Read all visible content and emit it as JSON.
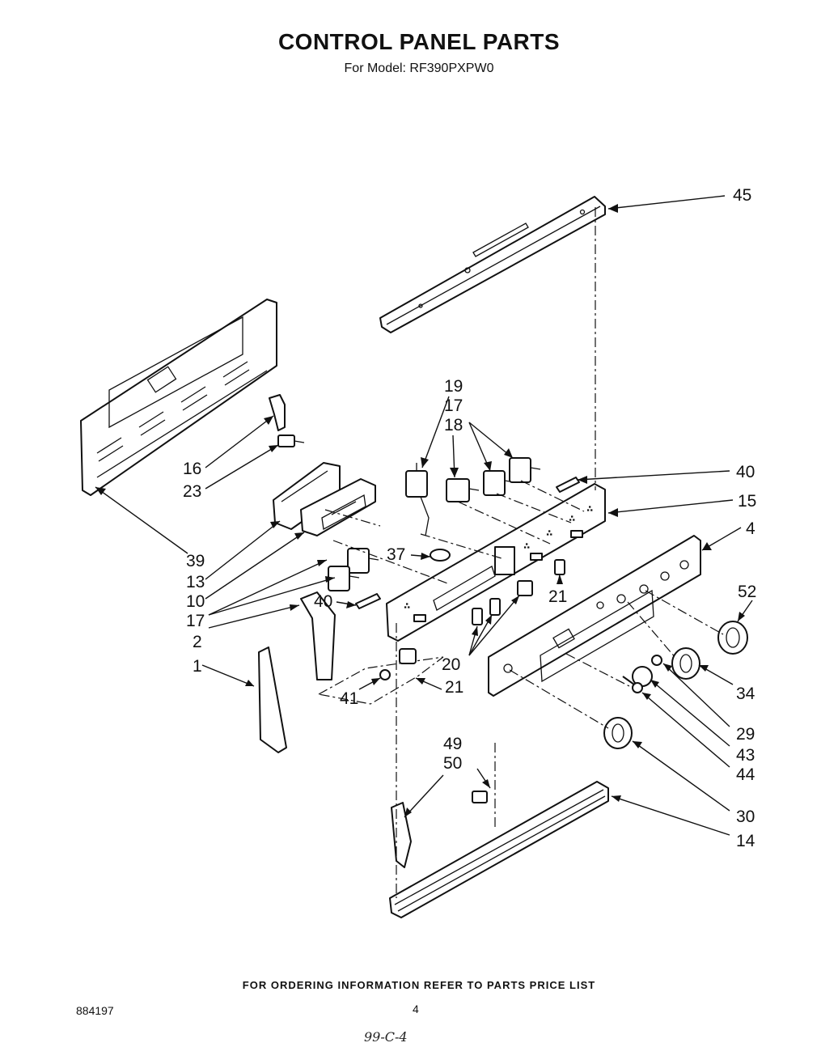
{
  "header": {
    "title": "CONTROL PANEL PARTS",
    "subtitle": "For Model: RF390PXPW0"
  },
  "callouts": [
    {
      "id": "c45",
      "label": "45"
    },
    {
      "id": "c19",
      "label": "19"
    },
    {
      "id": "c17a",
      "label": "17"
    },
    {
      "id": "c18",
      "label": "18"
    },
    {
      "id": "c40a",
      "label": "40"
    },
    {
      "id": "c15",
      "label": "15"
    },
    {
      "id": "c4",
      "label": "4"
    },
    {
      "id": "c16",
      "label": "16"
    },
    {
      "id": "c23",
      "label": "23"
    },
    {
      "id": "c39",
      "label": "39"
    },
    {
      "id": "c13",
      "label": "13"
    },
    {
      "id": "c37",
      "label": "37"
    },
    {
      "id": "c10",
      "label": "10"
    },
    {
      "id": "c21a",
      "label": "21"
    },
    {
      "id": "c52",
      "label": "52"
    },
    {
      "id": "c40b",
      "label": "40"
    },
    {
      "id": "c17b",
      "label": "17"
    },
    {
      "id": "c2",
      "label": "2"
    },
    {
      "id": "c1",
      "label": "1"
    },
    {
      "id": "c20",
      "label": "20"
    },
    {
      "id": "c34",
      "label": "34"
    },
    {
      "id": "c41",
      "label": "41"
    },
    {
      "id": "c21b",
      "label": "21"
    },
    {
      "id": "c29",
      "label": "29"
    },
    {
      "id": "c43",
      "label": "43"
    },
    {
      "id": "c44",
      "label": "44"
    },
    {
      "id": "c49",
      "label": "49"
    },
    {
      "id": "c50",
      "label": "50"
    },
    {
      "id": "c30",
      "label": "30"
    },
    {
      "id": "c14",
      "label": "14"
    }
  ],
  "footer": {
    "ordering_note": "FOR ORDERING INFORMATION REFER TO PARTS PRICE LIST",
    "doc_number": "884197",
    "page_number": "4",
    "handwritten_note": "99-C-4"
  }
}
